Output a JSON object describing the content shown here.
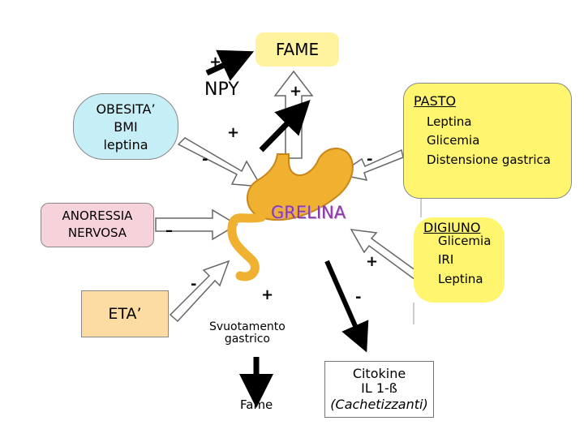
{
  "fame_box": "FAME",
  "npy": "NPY",
  "grelina": "GRELINA",
  "obesita": {
    "title": "OBESITA’",
    "line1": "BMI",
    "line2": "leptina"
  },
  "anoressia": {
    "line1": "ANORESSIA",
    "line2": "NERVOSA"
  },
  "eta": "ETA’",
  "pasto": {
    "title": "PASTO",
    "items": [
      "Leptina",
      "Glicemia",
      "Distensione gastrica"
    ]
  },
  "digiuno": {
    "title": "DIGIUNO",
    "items": [
      "Glicemia",
      "IRI",
      "Leptina"
    ]
  },
  "svuotamento": {
    "line1": "Svuotamento",
    "line2": "gastrico"
  },
  "fame_bottom": "Fame",
  "citokine": {
    "line1": "Citokine",
    "line2": "IL 1-ß",
    "line3": "(Cachetizzanti)"
  },
  "signs": {
    "npy_plus": "+",
    "fame_plus": "+",
    "left_plus": "+",
    "obesita_minus": "-",
    "pasto_minus": "-",
    "anoressia_minus": "–",
    "eta_minus": "-",
    "svuot_plus": "+",
    "citokine_minus": "-",
    "digiuno_plus": "+"
  },
  "colors": {
    "fame_box": "#fff3a0",
    "obesita": "#c6eef6",
    "anoressia": "#f6d2da",
    "eta": "#fcdca2",
    "pasto": "#fff56e",
    "stomach": "#f0b030",
    "grelina_text": "#8a3aa8"
  }
}
